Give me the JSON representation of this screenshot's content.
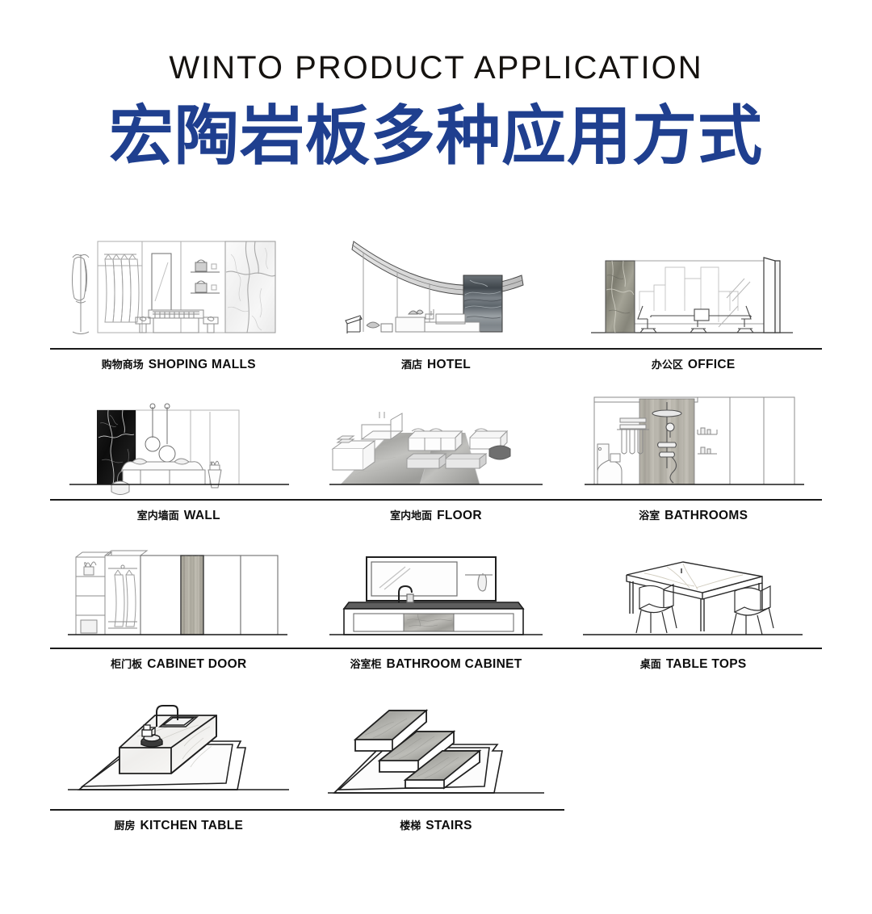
{
  "header": {
    "title_en": "WINTO PRODUCT APPLICATION",
    "title_cn": "宏陶岩板多种应用方式",
    "title_cn_color": "#1f3f8f",
    "title_en_color": "#15120f"
  },
  "theme": {
    "background": "#ffffff",
    "line": "#111111",
    "light_line": "#9a9a9a",
    "baseline": "#1a1a1a",
    "stone_light": "#d8d8d6",
    "stone_mid": "#a9a9a7",
    "stone_dark": "#4a4f53",
    "marble_black": "#141414",
    "wood_grain": "#b5b2a8",
    "accent_blue": "#1f3f8f"
  },
  "grid": {
    "rows": [
      {
        "cells": [
          {
            "cn": "购物商场",
            "en": "SHOPING MALLS",
            "art": "shopping-mall-illustration"
          },
          {
            "cn": "酒店",
            "en": "HOTEL",
            "art": "hotel-illustration"
          },
          {
            "cn": "办公区",
            "en": "OFFICE",
            "art": "office-illustration"
          }
        ]
      },
      {
        "cells": [
          {
            "cn": "室内墙面",
            "en": "WALL",
            "art": "wall-illustration"
          },
          {
            "cn": "室内地面",
            "en": "FLOOR",
            "art": "floor-illustration"
          },
          {
            "cn": "浴室",
            "en": "BATHROOMS",
            "art": "bathroom-illustration"
          }
        ]
      },
      {
        "cells": [
          {
            "cn": "柜门板",
            "en": "CABINET DOOR",
            "art": "cabinet-door-illustration"
          },
          {
            "cn": "浴室柜",
            "en": "BATHROOM CABINET",
            "art": "bathroom-cabinet-illustration"
          },
          {
            "cn": "桌面",
            "en": "TABLE TOPS",
            "art": "table-tops-illustration"
          }
        ]
      },
      {
        "cells": [
          {
            "cn": "厨房",
            "en": "KITCHEN TABLE",
            "art": "kitchen-table-illustration"
          },
          {
            "cn": "楼梯",
            "en": "STAIRS",
            "art": "stairs-illustration"
          }
        ]
      }
    ]
  }
}
